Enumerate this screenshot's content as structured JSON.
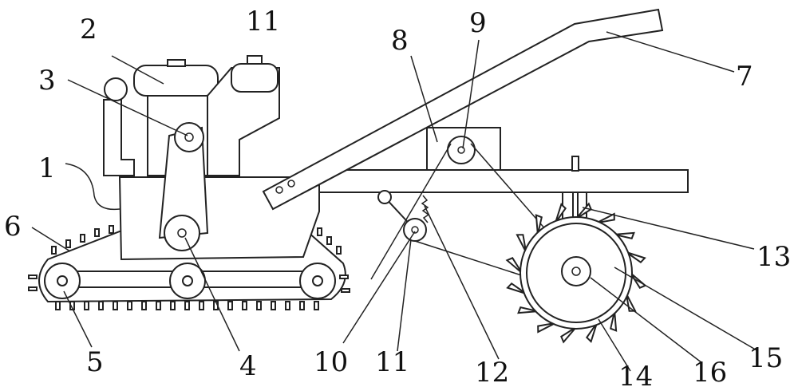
{
  "diagram": {
    "labels": {
      "l1": "1",
      "l2": "2",
      "l3": "3",
      "l4": "4",
      "l5": "5",
      "l6": "6",
      "l7": "7",
      "l8": "8",
      "l9": "9",
      "l10": "10",
      "l11_top": "11",
      "l11_bottom": "11",
      "l12": "12",
      "l13": "13",
      "l14": "14",
      "l15": "15",
      "l16": "16"
    }
  }
}
